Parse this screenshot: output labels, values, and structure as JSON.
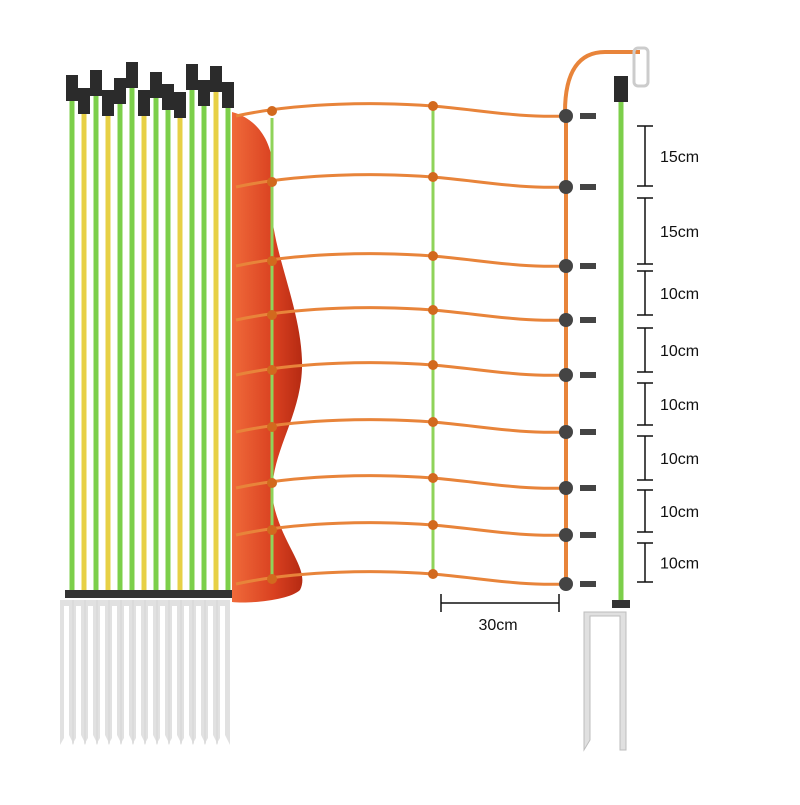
{
  "diagram": {
    "spacing_labels": [
      "15cm",
      "15cm",
      "10cm",
      "10cm",
      "10cm",
      "10cm",
      "10cm",
      "10cm"
    ],
    "post_spacing_label": "30cm"
  },
  "colors": {
    "wire": "#e8843a",
    "wire_knot": "#d2691e",
    "post_green": "#7ccf4a",
    "post_yellow": "#e7d046",
    "post_cap": "#2b2b2b",
    "spike": "#d9d9d9",
    "net_roll": "#d94020",
    "insulator": "#444444",
    "dimension": "#111111"
  }
}
